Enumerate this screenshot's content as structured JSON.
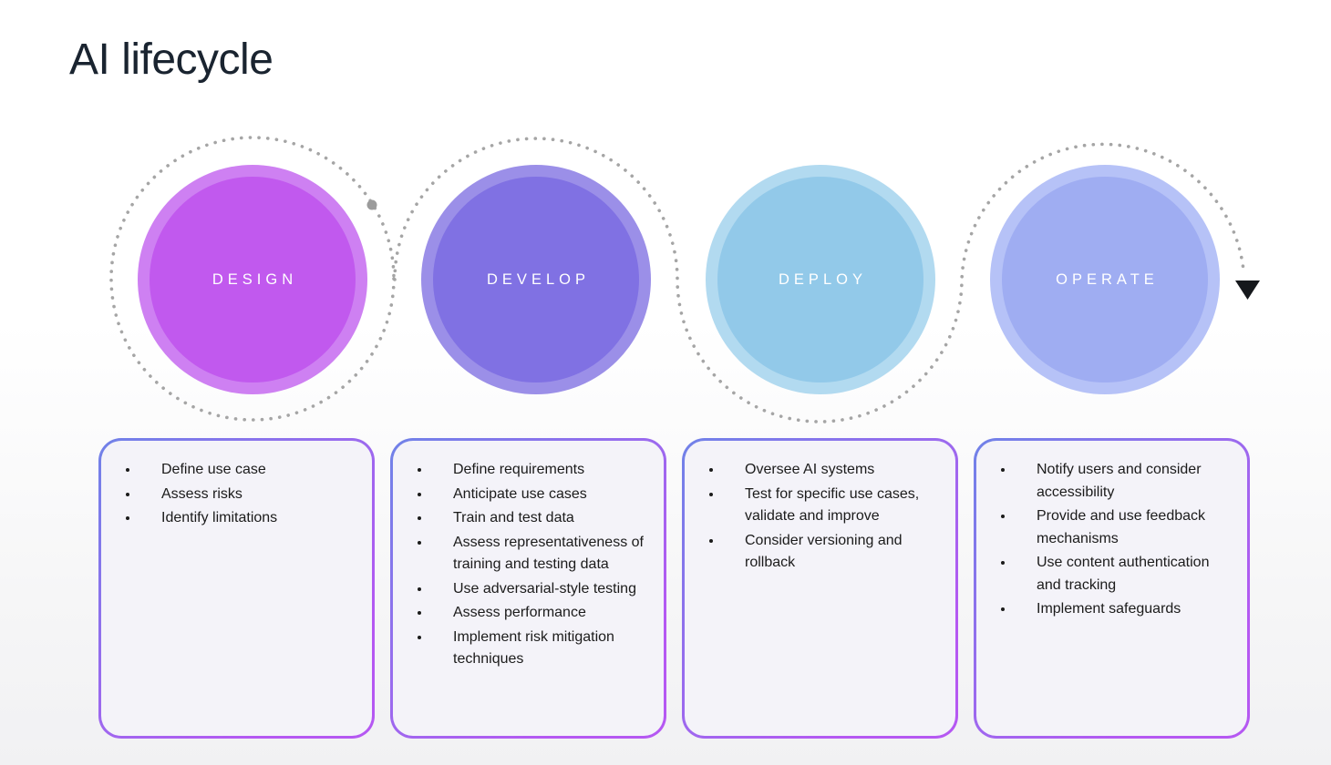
{
  "page": {
    "title": "AI lifecycle",
    "title_color": "#1a2430",
    "background_top": "#ffffff",
    "background_bottom": "#f1f1f3"
  },
  "flow": {
    "dot_color": "#a5a5a5",
    "start_dot_color": "#9b9b9b",
    "arrow_color": "#15181c"
  },
  "card": {
    "border_gradient_start": "#7082e8",
    "border_gradient_mid": "#9a6aee",
    "border_gradient_end": "#b558f2",
    "background": "#f4f3f9"
  },
  "stages": [
    {
      "label": "DESIGN",
      "circle_ring_color": "#ce80f2",
      "circle_inner_color": "#c159ee",
      "items": [
        "Define use case",
        "Assess risks",
        "Identify limitations"
      ]
    },
    {
      "label": "DEVELOP",
      "circle_ring_color": "#9b8fe8",
      "circle_inner_color": "#8071e3",
      "items": [
        "Define requirements",
        "Anticipate use cases",
        "Train and test data",
        "Assess representativeness of training and testing data",
        "Use adversarial-style testing",
        "Assess performance",
        "Implement risk mitigation techniques"
      ]
    },
    {
      "label": "DEPLOY",
      "circle_ring_color": "#b2daf0",
      "circle_inner_color": "#92c9e9",
      "items": [
        "Oversee AI systems",
        "Test for specific use cases, validate and improve",
        "Consider versioning and rollback"
      ]
    },
    {
      "label": "OPERATE",
      "circle_ring_color": "#b6c2f7",
      "circle_inner_color": "#9fadf2",
      "items": [
        "Notify users and consider accessibility",
        "Provide and use feedback mechanisms",
        "Use content authentication and tracking",
        "Implement safeguards"
      ]
    }
  ]
}
